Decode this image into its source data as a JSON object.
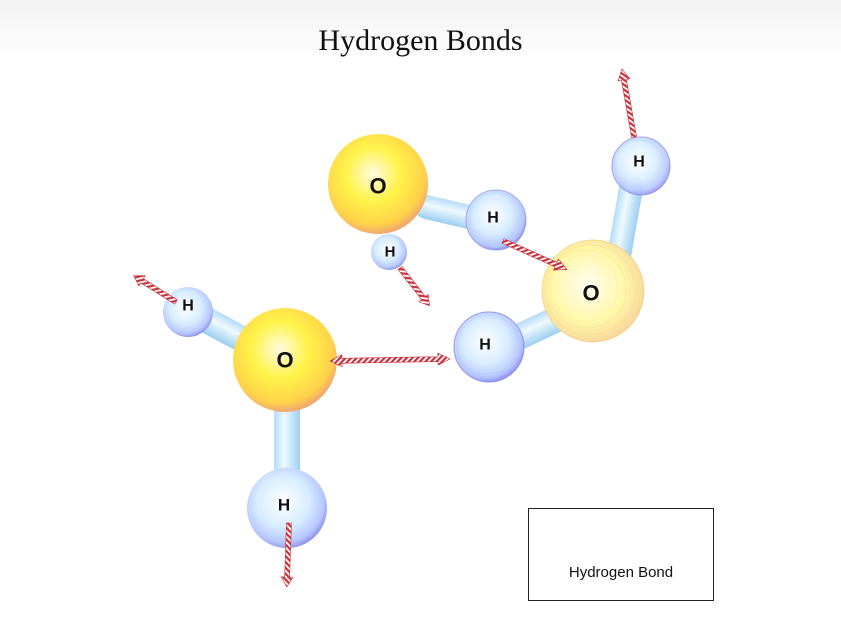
{
  "title": "Hydrogen Bonds",
  "atoms": [
    {
      "id": "o_top",
      "label": "O"
    },
    {
      "id": "h_top1",
      "label": "H"
    },
    {
      "id": "h_top2",
      "label": "H"
    },
    {
      "id": "o_left",
      "label": "O"
    },
    {
      "id": "h_left1",
      "label": "H"
    },
    {
      "id": "h_left2",
      "label": "H"
    },
    {
      "id": "o_right",
      "label": "O"
    },
    {
      "id": "h_right1",
      "label": "H"
    },
    {
      "id": "h_right2",
      "label": "H"
    }
  ],
  "legend": {
    "label": "Hydrogen Bond"
  },
  "colors": {
    "oxygen_center": "#fffbe0",
    "oxygen_mid": "#ffef3a",
    "oxygen_edge": "#f2b070",
    "hydrogen_center": "#f7fcff",
    "hydrogen_mid": "#cfe9ff",
    "hydrogen_edge": "#8c8fe8",
    "bond_light": "#eaf8ff",
    "bond_dark": "#a9d8f5",
    "hbond": "#c8323c"
  }
}
